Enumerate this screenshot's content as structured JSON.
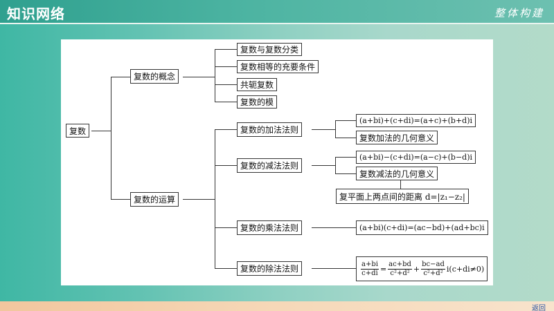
{
  "header": {
    "title": "知识网络",
    "subtitle": "整体构建"
  },
  "diagram": {
    "root": "复数",
    "concept": {
      "label": "复数的概念",
      "children": [
        "复数与复数分类",
        "复数相等的充要条件",
        "共轭复数",
        "复数的模"
      ]
    },
    "operations": {
      "label": "复数的运算",
      "add": {
        "label": "复数的加法法则",
        "formula": "(a+bi)+(c+di)=(a+c)+(b+d)i",
        "meaning": "复数加法的几何意义"
      },
      "sub": {
        "label": "复数的减法法则",
        "formula": "(a+bi)−(c+di)=(a−c)+(b−d)i",
        "meaning": "复数减法的几何意义",
        "distance": "复平面上两点间的距离 d=|z₁−z₂|"
      },
      "mul": {
        "label": "复数的乘法法则",
        "formula": "(a+bi)(c+di)=(ac−bd)+(ad+bc)i"
      },
      "div": {
        "label": "复数的除法法则",
        "f1_num": "a+bi",
        "f1_den": "c+di",
        "eq": "=",
        "f2_num": "ac+bd",
        "f2_den": "c²+d²",
        "plus": "+",
        "f3_num": "bc−ad",
        "f3_den": "c²+d²",
        "tail": "i(c+di≠0)"
      }
    }
  },
  "footer": {
    "back_label": "返回"
  }
}
